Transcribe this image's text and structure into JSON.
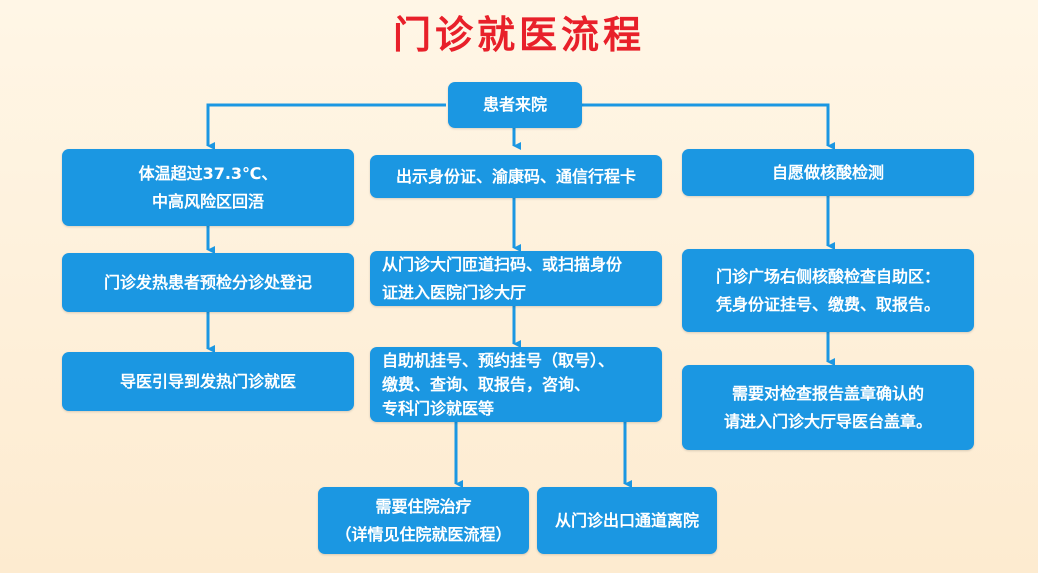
{
  "title": "门诊就医流程",
  "nodes": {
    "start": [
      "患者来院"
    ],
    "fever_check": [
      "体温超过37.3℃、",
      "中高风险区回浯"
    ],
    "fever_register": [
      "门诊发热患者预检分诊处登记"
    ],
    "fever_guide": [
      "导医引导到发热门诊就医"
    ],
    "show_id": [
      "出示身份证、渝康码、通信行程卡"
    ],
    "scan_code": [
      "从门诊大门匝道扫码、或扫描身份",
      "证进入医院门诊大厅"
    ],
    "self_service": [
      "自助机挂号、预约挂号（取号）、",
      "缴费、查询、取报告，咨询、",
      "专科门诊就医等"
    ],
    "inpatient": [
      "需要住院治疗",
      "（详情见住院就医流程）"
    ],
    "exit": [
      "从门诊出口通道离院"
    ],
    "nucleic_test": [
      "自愿做核酸检测"
    ],
    "nucleic_area": [
      "门诊广场右侧核酸检查自助区：",
      "凭身份证挂号、缴费、取报告。"
    ],
    "report_stamp": [
      "需要对检查报告盖章确认的",
      "请进入门诊大厅导医台盖章。"
    ]
  },
  "colors": {
    "title": "#e8202a",
    "box": "#1b97e2",
    "arrow": "#1b97e2"
  }
}
